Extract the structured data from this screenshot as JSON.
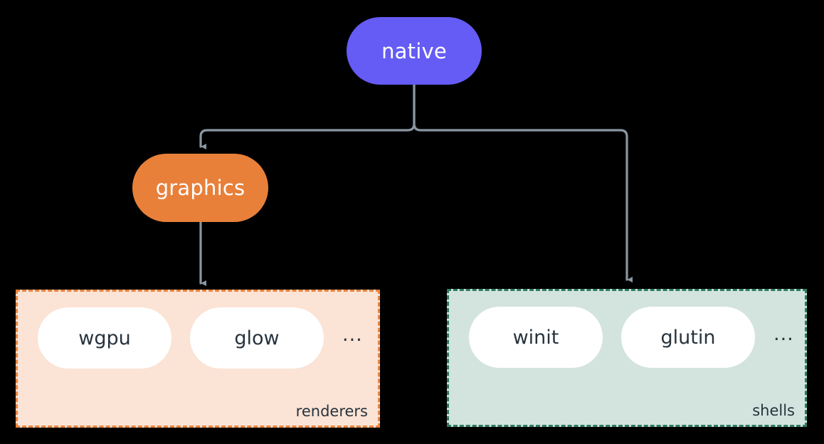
{
  "diagram": {
    "background_color": "#000000",
    "edge_color": "#8A97A3",
    "nodes": {
      "native": {
        "label": "native",
        "fill": "#655BF5",
        "text_color": "#FFFFFF"
      },
      "graphics": {
        "label": "graphics",
        "fill": "#E8803A",
        "text_color": "#FFFFFF"
      }
    },
    "groups": [
      {
        "id": "renderers",
        "label": "renderers",
        "fill": "#FBE3D5",
        "border_color": "#E8833C",
        "border_style": "dashed",
        "items": [
          {
            "label": "wgpu"
          },
          {
            "label": "glow"
          }
        ],
        "ellipsis": "..."
      },
      {
        "id": "shells",
        "label": "shells",
        "fill": "#D3E4DE",
        "border_color": "#2E7A62",
        "border_style": "dashed",
        "items": [
          {
            "label": "winit"
          },
          {
            "label": "glutin"
          }
        ],
        "ellipsis": "..."
      }
    ],
    "edges": [
      {
        "from": "native",
        "to": "graphics",
        "arrow": true
      },
      {
        "from": "native",
        "to": "shells",
        "arrow": true
      },
      {
        "from": "graphics",
        "to": "renderers",
        "arrow": true
      }
    ]
  }
}
